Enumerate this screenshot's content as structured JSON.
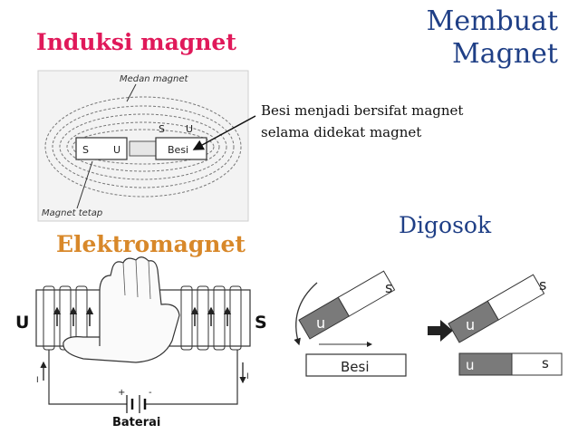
{
  "titles": {
    "main_line1": "Membuat",
    "main_line2": "Magnet",
    "induksi": "Induksi magnet",
    "elektromagnet": "Elektromagnet",
    "digosok": "Digosok"
  },
  "induksi_figure": {
    "medan_label": "Medan magnet",
    "magnet_tetap_label": "Magnet tetap",
    "magnet_s": "S",
    "magnet_u": "U",
    "iron_s": "S",
    "iron_u": "U",
    "iron_label": "Besi",
    "caption_line1": "Besi menjadi bersifat magnet",
    "caption_line2": "selama didekat magnet"
  },
  "elektromagnet_figure": {
    "pole_left": "U",
    "pole_right": "S",
    "current_left": "I",
    "current_right": "I",
    "battery_plus": "+",
    "battery_minus": "-",
    "battery_label": "Baterai"
  },
  "digosok_figure": {
    "magnet_u": "u",
    "magnet_s": "s",
    "besi_label": "Besi",
    "result_magnet_u": "u",
    "result_magnet_s": "s",
    "result_iron_u": "u",
    "result_iron_s": "s"
  }
}
